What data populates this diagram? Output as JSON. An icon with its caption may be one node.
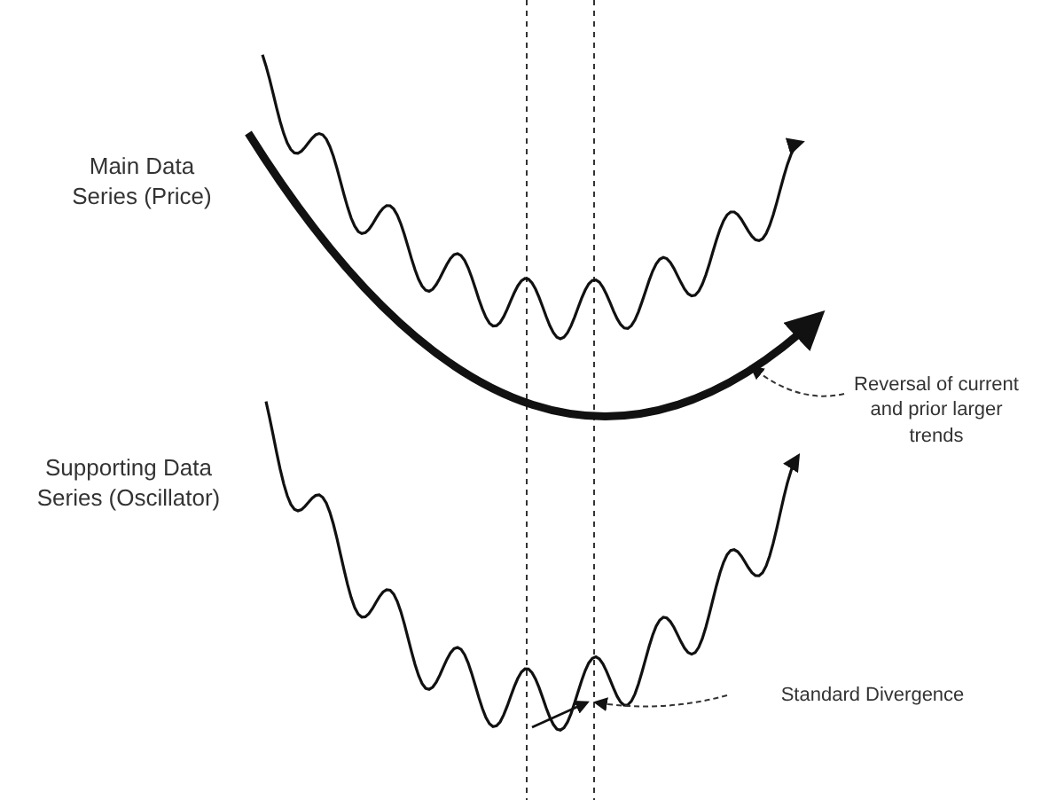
{
  "diagram": {
    "nodes": [
      {
        "text": [
          "Reversal of current and prior larger trends"
        ]
      },
      {
        "text": [],
        "shape": "picture"
      },
      {
        "text": [
          "Standard Divergence"
        ]
      },
      {
        "text": [],
        "shape": "picture"
      }
    ],
    "edges": [
      {
        "from": 0,
        "to": 1,
        "arrow": "to",
        "style": "dashed"
      },
      {
        "from": 2,
        "to": 3,
        "arrow": "to",
        "style": "dashed"
      }
    ],
    "labels": [
      "Main Data Series (Price)",
      "Supporting Data Series (Oscillator)"
    ]
  }
}
